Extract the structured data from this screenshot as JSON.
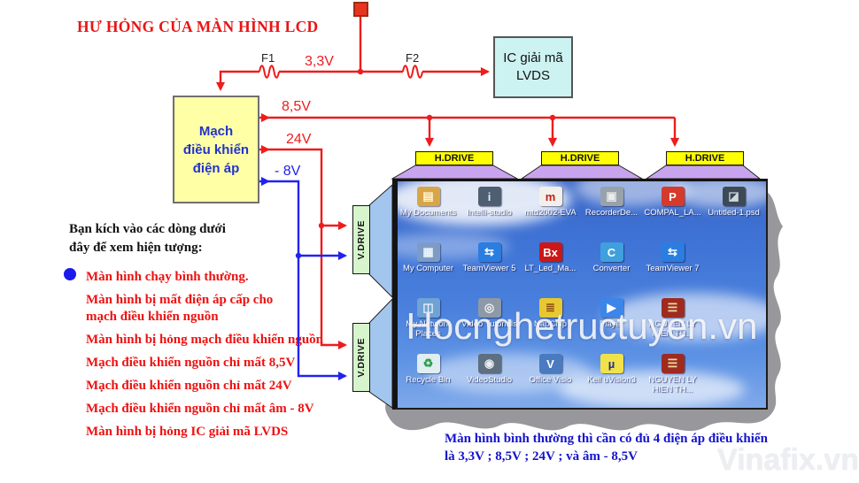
{
  "title": "HƯ HỎNG CỦA MÀN HÌNH LCD",
  "colors": {
    "wire_red": "#ee1c1c",
    "wire_blue": "#2222ee",
    "control_box_fill": "#ffffa6",
    "ic_box_fill": "#cdf2f2",
    "hdrive_fill": "#ffff00",
    "vdrive_fill": "#d6f5cc",
    "purple_connector": "#c9a4ee",
    "blue_connector": "#a3c6ee",
    "menu_text": "#ee1111",
    "note_text": "#1414cc"
  },
  "diagram": {
    "fuse1_label": "F1",
    "fuse2_label": "F2",
    "v33_label": "3,3V",
    "v85_label": "8,5V",
    "v24_label": "24V",
    "vneg8_label": "- 8V",
    "ic_box_label": "IC giải mã\nLVDS",
    "control_box_label": "Mạch\nđiều khiển\nđiện áp",
    "h_drives": [
      "H.DRIVE",
      "H.DRIVE",
      "H.DRIVE"
    ],
    "v_drives": [
      "V.DRIVE",
      "V.DRIVE"
    ]
  },
  "instructions": "Bạn kích vào các dòng dưới\nđây để xem hiện tượng:",
  "menu": [
    "Màn hình chạy bình thường.",
    "Màn hình bị mất điện áp cấp cho\nmạch điều khiển nguồn",
    "Màn hình bị hỏng mạch điều khiển nguồn",
    "Mạch điều khiển nguồn chỉ mất 8,5V",
    "Mạch điều khiển nguồn chỉ mất 24V",
    "Mạch điều khiển nguồn chỉ mất âm - 8V",
    "Màn hình bị hỏng IC giải mã LVDS"
  ],
  "desktop": {
    "watermark": "Hocnghetructuyen.vn",
    "row1": [
      {
        "label": "My Documents",
        "glyph": "▤",
        "bg": "#d9a646",
        "fg": "#fff6da"
      },
      {
        "label": "Intelli-studio",
        "glyph": "i",
        "bg": "#4d5f70",
        "fg": "#e8eef5"
      },
      {
        "label": "mtd2002-EVA",
        "glyph": "m",
        "bg": "#f2f0ea",
        "fg": "#c02020"
      },
      {
        "label": "RecorderDe...",
        "glyph": "▣",
        "bg": "#98a2ab",
        "fg": "#ececec"
      },
      {
        "label": "COMPAL_LA...",
        "glyph": "P",
        "bg": "#d63a2a",
        "fg": "#ffffff"
      },
      {
        "label": "Untitled-1.psd",
        "glyph": "◪",
        "bg": "#3d4a56",
        "fg": "#cfd8e0"
      }
    ],
    "row2": [
      {
        "label": "My Computer",
        "glyph": "▦",
        "bg": "#7c9cc8",
        "fg": "#eef4fb"
      },
      {
        "label": "TeamViewer 5",
        "glyph": "⇆",
        "bg": "#2b7de0",
        "fg": "#ffffff"
      },
      {
        "label": "LT_Led_Ma...",
        "glyph": "Bx",
        "bg": "#cc1717",
        "fg": "#ffffff"
      },
      {
        "label": "Converter",
        "glyph": "C",
        "bg": "#3fa0dd",
        "fg": "#ffffff"
      },
      {
        "label": "TeamViewer 7",
        "glyph": "⇆",
        "bg": "#2b7de0",
        "fg": "#ffffff"
      }
    ],
    "row3": [
      {
        "label": "My Network Places",
        "glyph": "◫",
        "bg": "#6fa3d4",
        "fg": "#eaf3fc"
      },
      {
        "label": "Video Tutorials",
        "glyph": "◎",
        "bg": "#8d99a6",
        "fg": "#f2f2f2"
      },
      {
        "label": "NapChip",
        "glyph": "≣",
        "bg": "#e8c832",
        "fg": "#8a4a10"
      },
      {
        "label": "Player",
        "glyph": "▶",
        "bg": "#3b86e8",
        "fg": "#ffffff"
      },
      {
        "label": "NGUYEN LY HIEN TH...",
        "glyph": "☰",
        "bg": "#9e2b20",
        "fg": "#f0d9a0"
      }
    ],
    "row4": [
      {
        "label": "Recycle Bin",
        "glyph": "♻",
        "bg": "#dfeef0",
        "fg": "#2d9c4a"
      },
      {
        "label": "VideoStudio",
        "glyph": "◉",
        "bg": "#5d6f80",
        "fg": "#e8eef4"
      },
      {
        "label": "Office Visio",
        "glyph": "V",
        "bg": "#4a7bc0",
        "fg": "#ffffff"
      },
      {
        "label": "Keil uVision3",
        "glyph": "µ",
        "bg": "#f2e24a",
        "fg": "#20308f"
      },
      {
        "label": "NGUYEN LY HIEN TH...",
        "glyph": "☰",
        "bg": "#9e2b20",
        "fg": "#f0d9a0"
      }
    ]
  },
  "note": {
    "line1": "Màn hình bình thường thì cần có đủ 4 điện áp điều khiển",
    "line2": "là 3,3V ;  8,5V ; 24V ; và âm - 8,5V"
  },
  "brand_watermark": "Vinafix.vn"
}
